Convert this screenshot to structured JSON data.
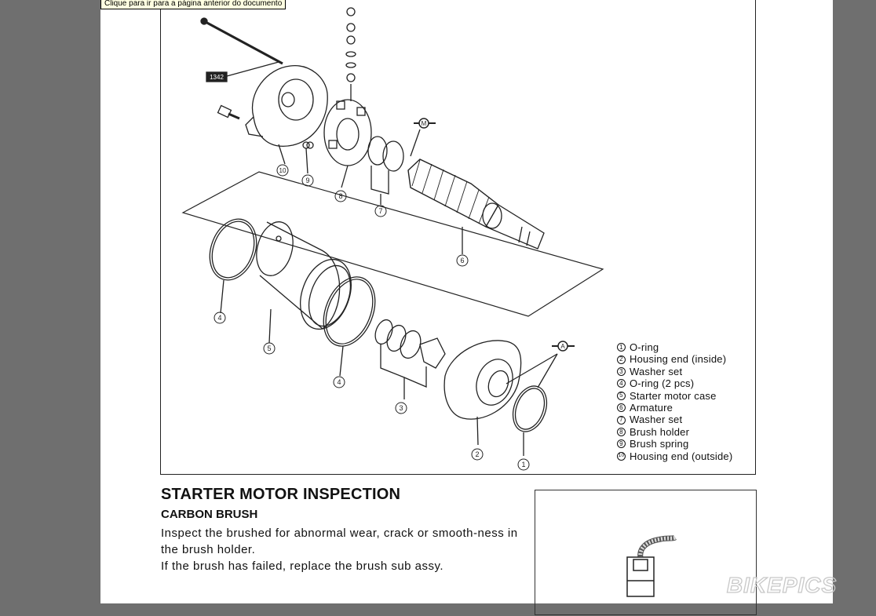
{
  "viewer": {
    "tooltip": "Clique para ir para a página anterior do documento"
  },
  "figure": {
    "callouts": [
      "1",
      "2",
      "3",
      "4",
      "4",
      "5",
      "6",
      "7",
      "8",
      "9",
      "10"
    ],
    "tool_tag": "1342",
    "lube_mark_a": "A",
    "lube_mark_m": "M",
    "legend": [
      {
        "num": "1",
        "label": "O-ring"
      },
      {
        "num": "2",
        "label": "Housing end (inside)"
      },
      {
        "num": "3",
        "label": "Washer set"
      },
      {
        "num": "4",
        "label": "O-ring (2 pcs)"
      },
      {
        "num": "5",
        "label": "Starter motor case"
      },
      {
        "num": "6",
        "label": "Armature"
      },
      {
        "num": "7",
        "label": "Washer set"
      },
      {
        "num": "8",
        "label": "Brush holder"
      },
      {
        "num": "9",
        "label": "Brush spring"
      },
      {
        "num": "10",
        "label": "Housing end (outside)"
      }
    ]
  },
  "section": {
    "title": "STARTER MOTOR INSPECTION",
    "subtitle": "CARBON BRUSH",
    "paragraphs": [
      "Inspect the brushed for abnormal wear, crack or smooth-ness in the brush holder.",
      "If the brush has failed, replace the brush sub assy."
    ]
  },
  "watermark": {
    "text": "BIKEPICS"
  }
}
